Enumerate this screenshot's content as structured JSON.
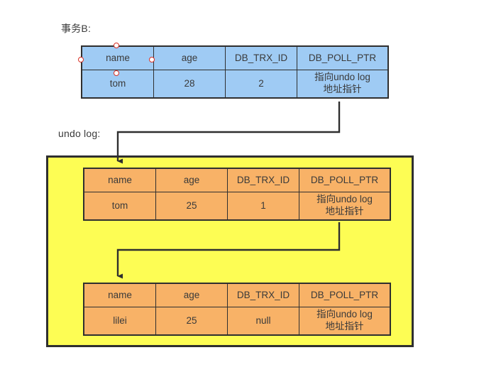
{
  "diagram": {
    "title_txn": "事务B:",
    "title_undo": "undo log:",
    "colors": {
      "record_blue": "#9FCBF4",
      "record_orange": "#F8B267",
      "undo_container_yellow": "#FDFD54",
      "stroke": "#2F2F2F",
      "handle_ring": "#D93025",
      "text": "#3A3A3A"
    },
    "columns": [
      "name",
      "age",
      "DB_TRX_ID",
      "DB_POLL_PTR"
    ],
    "pointer_text_line1": "指向undo log",
    "pointer_text_line2": "地址指针",
    "tables": [
      {
        "id": "txn-b-record",
        "style": "blue",
        "headers": [
          "name",
          "age",
          "DB_TRX_ID",
          "DB_POLL_PTR"
        ],
        "values": [
          "tom",
          "28",
          "2",
          "指向undo log\n地址指针"
        ],
        "value_name": "tom",
        "value_age": "28",
        "value_trx": "2"
      },
      {
        "id": "undo-record-1",
        "style": "orange",
        "headers": [
          "name",
          "age",
          "DB_TRX_ID",
          "DB_POLL_PTR"
        ],
        "values": [
          "tom",
          "25",
          "1",
          "指向undo log\n地址指针"
        ],
        "value_name": "tom",
        "value_age": "25",
        "value_trx": "1"
      },
      {
        "id": "undo-record-2",
        "style": "orange",
        "headers": [
          "name",
          "age",
          "DB_TRX_ID",
          "DB_POLL_PTR"
        ],
        "values": [
          "lilei",
          "25",
          "null",
          "指向undo log\n地址指针"
        ],
        "value_name": "lilei",
        "value_age": "25",
        "value_trx": "null"
      }
    ],
    "arrows": [
      {
        "name": "txn-to-undo1",
        "from": "txn-b-record.DB_POLL_PTR",
        "to": "undo-record-1"
      },
      {
        "name": "undo1-to-undo2",
        "from": "undo-record-1.DB_POLL_PTR",
        "to": "undo-record-2"
      }
    ],
    "handles": [
      "top",
      "left",
      "right",
      "bottom"
    ]
  }
}
